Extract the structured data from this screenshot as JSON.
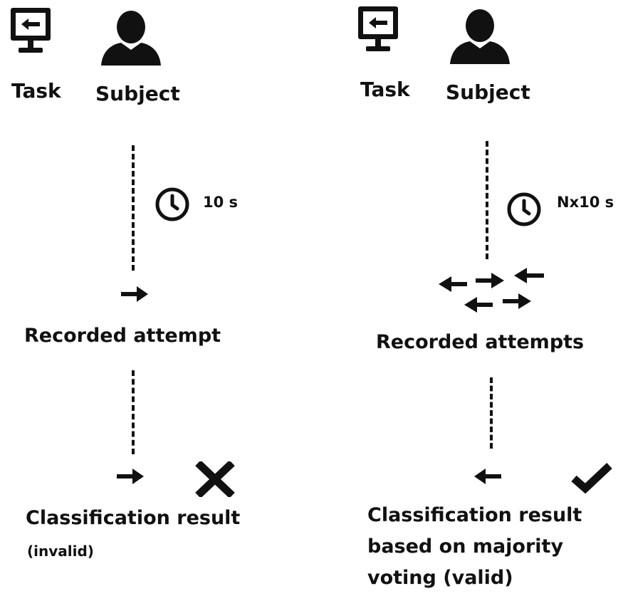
{
  "left": {
    "task_label": "Task",
    "subject_label": "Subject",
    "duration": "10 s",
    "recorded_label": "Recorded attempt",
    "result_label": "Classification result",
    "result_sublabel": "(invalid)",
    "result_icon": "cross-icon"
  },
  "right": {
    "task_label": "Task",
    "subject_label": "Subject",
    "duration": "Nx10 s",
    "recorded_label": "Recorded attempts",
    "result_line1": "Classification result",
    "result_line2": "based on majority",
    "result_line3": "voting (valid)",
    "result_icon": "check-icon"
  }
}
